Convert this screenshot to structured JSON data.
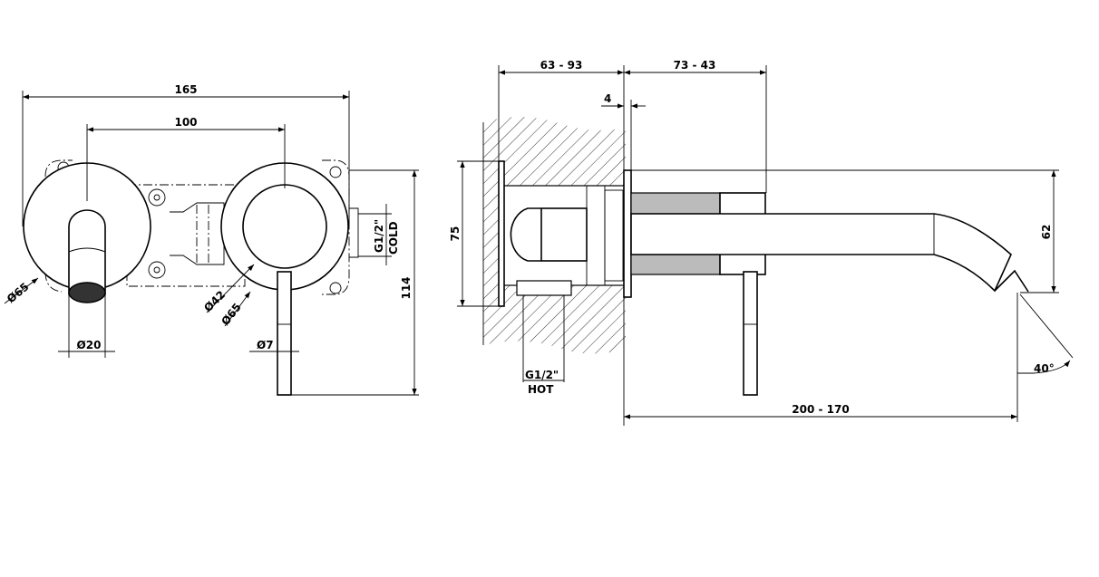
{
  "front_view": {
    "width_overall": "165",
    "center_distance": "100",
    "spout_rosette_diameter": "Ø65",
    "spout_diameter": "Ø20",
    "handle_inner_diameter": "Ø42",
    "handle_rosette_diameter": "Ø65",
    "lever_diameter": "Ø7",
    "height_overall": "114",
    "cold_thread": "G1/2\"",
    "cold_label": "COLD"
  },
  "side_view": {
    "wall_depth": "63 - 93",
    "projection_body": "73 - 43",
    "plate_thickness": "4",
    "plate_height": "75",
    "spout_drop": "62",
    "hot_thread": "G1/2\"",
    "hot_label": "HOT",
    "spout_reach": "200 - 170",
    "spout_angle": "40°"
  }
}
